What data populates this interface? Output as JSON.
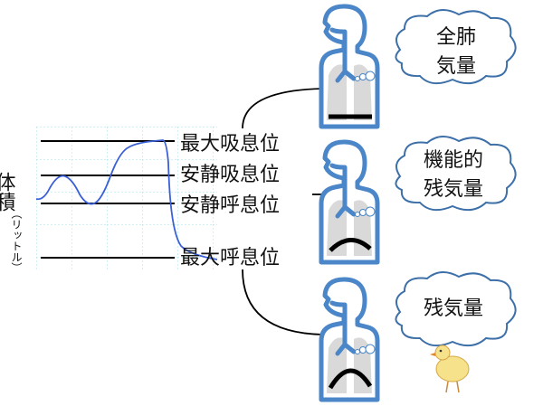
{
  "y_axis_label": "体積",
  "y_axis_unit": "（リットル）",
  "levels": [
    {
      "label": "最大吸息位"
    },
    {
      "label": "安静吸息位"
    },
    {
      "label": "安静呼息位"
    },
    {
      "label": "最大呼息位"
    }
  ],
  "clouds": [
    {
      "line1": "全肺",
      "line2": "気量"
    },
    {
      "line1": "機能的",
      "line2": "残気量"
    },
    {
      "line1": "残気量"
    }
  ],
  "colors": {
    "curve": "#3a5fd6",
    "body": "#4a86c8",
    "grid": "#9fe0ea",
    "lung": "#d9d9d9"
  }
}
